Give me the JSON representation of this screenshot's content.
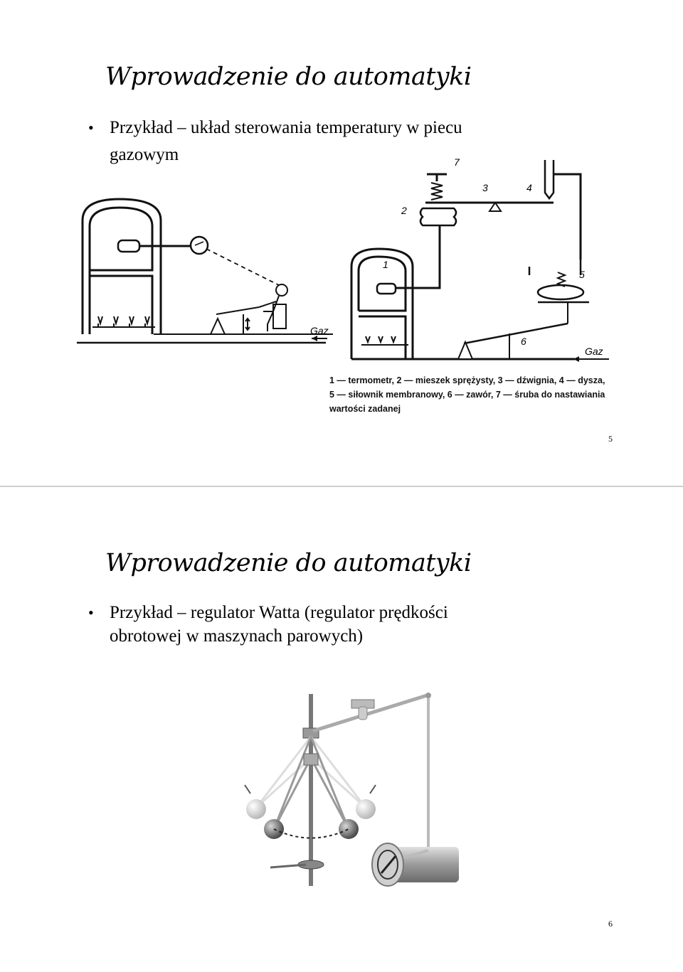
{
  "slide1": {
    "title": "Wprowadzenie do automatyki",
    "bullet_line1": "Przykład – układ sterowania temperatury w piecu",
    "bullet_line2": "gazowym",
    "legend_line1": "1 — termometr, 2 — mieszek sprężysty, 3 — dźwignia, 4 — dysza,",
    "legend_line2": "5 — siłownik membranowy, 6 — zawór, 7 — śruba do nastawiania",
    "legend_line3": "wartości zadanej",
    "diagram_labels": {
      "gaz_left": "Gaz",
      "gaz_right": "Gaz",
      "n1": "1",
      "n2": "2",
      "n3": "3",
      "n4": "4",
      "n5": "5",
      "n6": "6",
      "n7": "7"
    },
    "page_number": "5"
  },
  "slide2": {
    "title": "Wprowadzenie do automatyki",
    "bullet_line1": "Przykład – regulator Watta (regulator prędkości",
    "bullet_line2": "obrotowej w maszynach parowych)",
    "page_number": "6"
  }
}
